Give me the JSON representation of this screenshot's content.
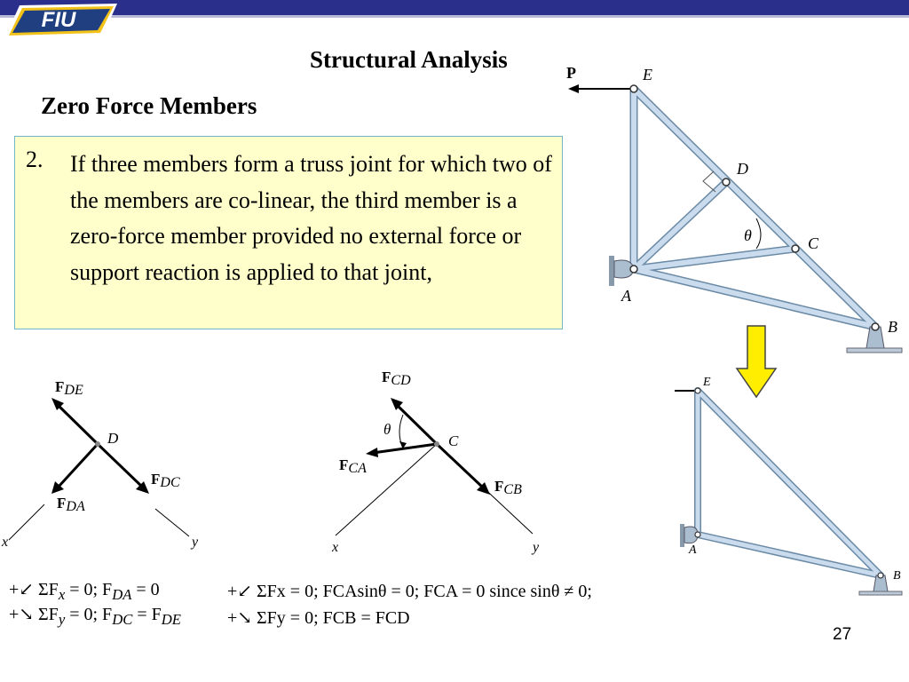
{
  "header": {
    "logo_text": "FIU",
    "bar_color": "#2b2f8c"
  },
  "slide": {
    "title": "Structural Analysis",
    "section": "Zero Force Members",
    "page_number": "27"
  },
  "callout": {
    "number": "2.",
    "text": "If three members form a truss joint for which two of the members are co-linear, the third member is a zero-force member provided no external force or support reaction is applied to that joint,"
  },
  "truss_figure": {
    "load_label": "P",
    "nodes": {
      "a": "A",
      "b": "B",
      "c": "C",
      "d": "D",
      "e": "E"
    },
    "angle_label": "θ"
  },
  "fbd_d": {
    "joint_label": "D",
    "forces": [
      {
        "bold": "F",
        "sub": "DE"
      },
      {
        "bold": "F",
        "sub": "DA"
      },
      {
        "bold": "F",
        "sub": "DC"
      }
    ],
    "axes": {
      "x": "x",
      "y": "y"
    },
    "equations": [
      {
        "lead": "+↙ ΣF",
        "sub": "x",
        "rest": " = 0;  F",
        "sub2": "DA",
        "tail": " = 0"
      },
      {
        "lead": "+↘ ΣF",
        "sub": "y",
        "rest": " = 0;  F",
        "sub2": "DC",
        "tail": " = F",
        "sub3": "DE"
      }
    ]
  },
  "fbd_c": {
    "joint_label": "C",
    "angle_label": "θ",
    "forces": [
      {
        "bold": "F",
        "sub": "CD"
      },
      {
        "bold": "F",
        "sub": "CA"
      },
      {
        "bold": "F",
        "sub": "CB"
      }
    ],
    "axes": {
      "x": "x",
      "y": "y"
    },
    "equations": [
      {
        "text": "+↙ ΣFx = 0;  FCAsinθ = 0;    FCA  = 0 since sinθ  ≠ 0;"
      },
      {
        "text": "+↘ ΣFy = 0;  FCB  = FCD"
      }
    ]
  },
  "reduced_truss": {
    "nodes": {
      "a": "A",
      "b": "B",
      "e": "E"
    },
    "arrow_color": "#ffee00"
  }
}
